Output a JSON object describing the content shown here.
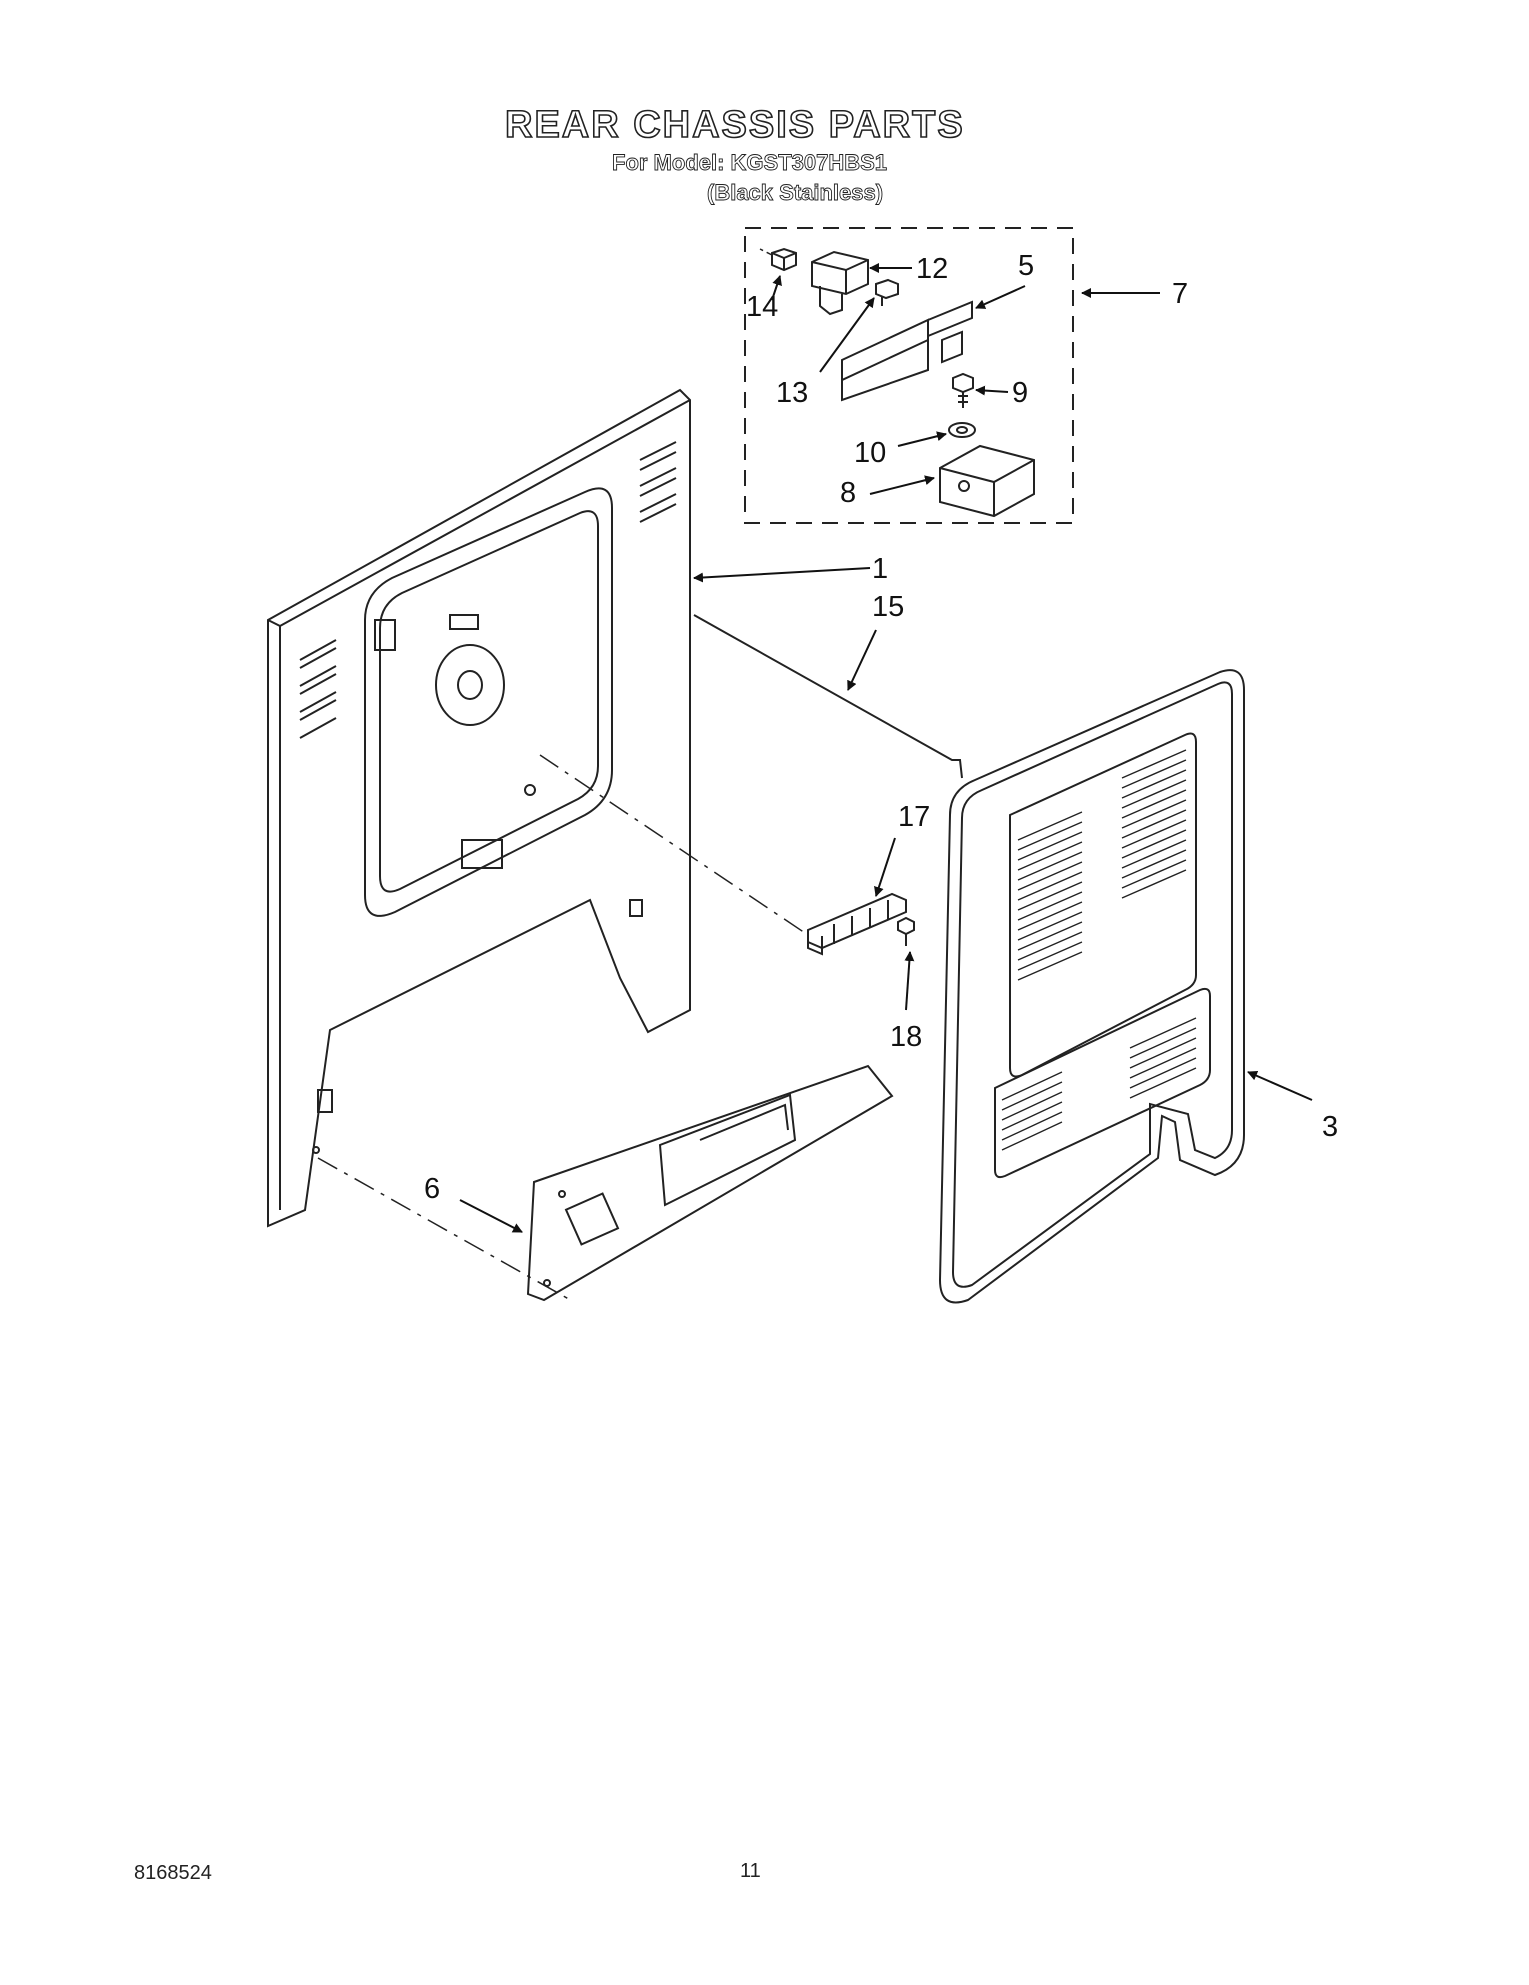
{
  "header": {
    "title": "REAR CHASSIS PARTS",
    "model_line": "For Model: KGST307HBS1",
    "finish_line": "(Black Stainless)"
  },
  "callouts": {
    "c1": "1",
    "c3": "3",
    "c5": "5",
    "c6": "6",
    "c7": "7",
    "c8": "8",
    "c9": "9",
    "c10": "10",
    "c12": "12",
    "c13": "13",
    "c14": "14",
    "c15": "15",
    "c17": "17",
    "c18": "18"
  },
  "footer": {
    "doc_number": "8168524",
    "page_number": "11"
  }
}
